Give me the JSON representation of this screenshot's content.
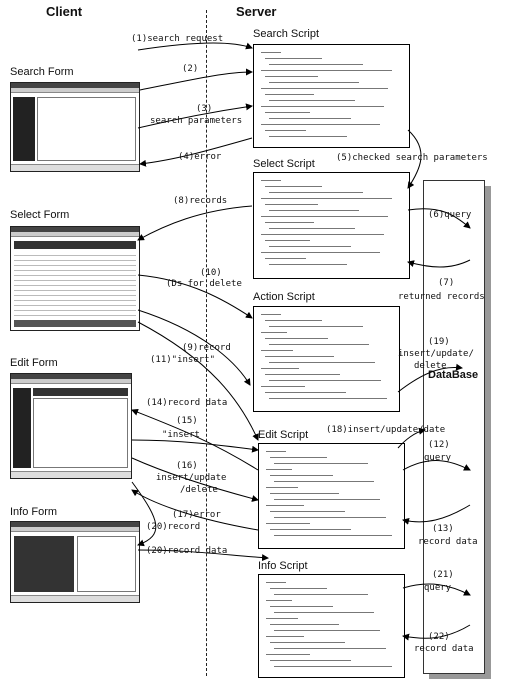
{
  "headers": {
    "client": "Client",
    "server": "Server"
  },
  "forms": {
    "search": "Search Form",
    "select": "Select Form",
    "edit": "Edit Form",
    "info": "Info Form"
  },
  "scripts": {
    "search": "Search Script",
    "select": "Select Script",
    "action": "Action Script",
    "edit": "Edit Script",
    "info": "Info Script"
  },
  "database": "DataBase",
  "labels": {
    "l1": "(1)search request",
    "l2": "(2)",
    "l3a": "(3)",
    "l3b": "search parameters",
    "l4": "(4)error",
    "l5": "(5)checked search parameters",
    "l6": "(6)query",
    "l7a": "(7)",
    "l7b": "returned records",
    "l8": "(8)records",
    "l10a": "(10)",
    "l10b": "(Ds for delete",
    "l9": "(9)record",
    "l11": "(11)\"insert\"",
    "l19a": "(19)",
    "l19b": "insert/update/",
    "l19c": "delete",
    "l14": "(14)record data",
    "l15a": "(15)",
    "l15b": "\"insert",
    "l18": "(18)insert/update/date",
    "l12a": "(12)",
    "l12b": "query",
    "l16a": "(16)",
    "l16b": "insert/update",
    "l16c": "/delete",
    "l13a": "(13)",
    "l13b": "record data",
    "l17": "(17)error",
    "l20": "(20)record",
    "l20b": "(20)record data",
    "l21a": "(21)",
    "l21b": "query",
    "l22a": "(22)",
    "l22b": "record data"
  }
}
